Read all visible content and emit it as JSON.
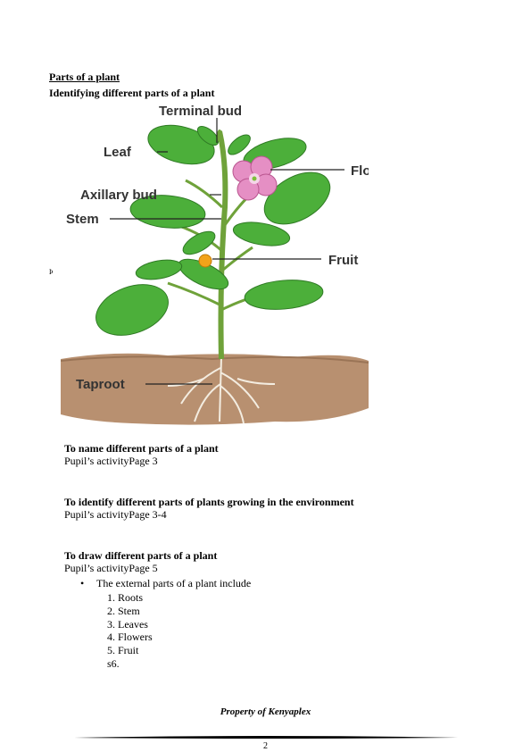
{
  "header": {
    "title": "Parts of a plant",
    "subtitle": "Identifying different parts of a plant"
  },
  "figure": {
    "labels": {
      "terminal_bud": "Terminal bud",
      "leaf": "Leaf",
      "axillary_bud": "Axillary bud",
      "stem": "Stem",
      "flower": "Flower",
      "fruit": "Fruit",
      "taproot": "Taproot"
    },
    "colors": {
      "leaf": "#4caf3a",
      "leaf_dark": "#2f7a24",
      "soil": "#b89070",
      "flower": "#e58fc4",
      "fruit": "#f2a31a"
    }
  },
  "side_mark": "Þ",
  "sections": [
    {
      "heading": "To name different parts of a plant",
      "text": "Pupil’s activityPage 3"
    },
    {
      "heading": "To identify different parts of plants growing in the environment",
      "text": "Pupil’s activityPage 3-4"
    },
    {
      "heading": "To draw different parts of a plant",
      "text": "Pupil’s activityPage 5"
    }
  ],
  "bullet": {
    "symbol": "•",
    "text": "The external parts of a plant include"
  },
  "list": [
    "1.  Roots",
    "2.  Stem",
    "3.  Leaves",
    "4.  Flowers",
    "5.  Fruit",
    "s6."
  ],
  "footer": {
    "property": "Property of Kenyaplex",
    "page_number": "2"
  }
}
